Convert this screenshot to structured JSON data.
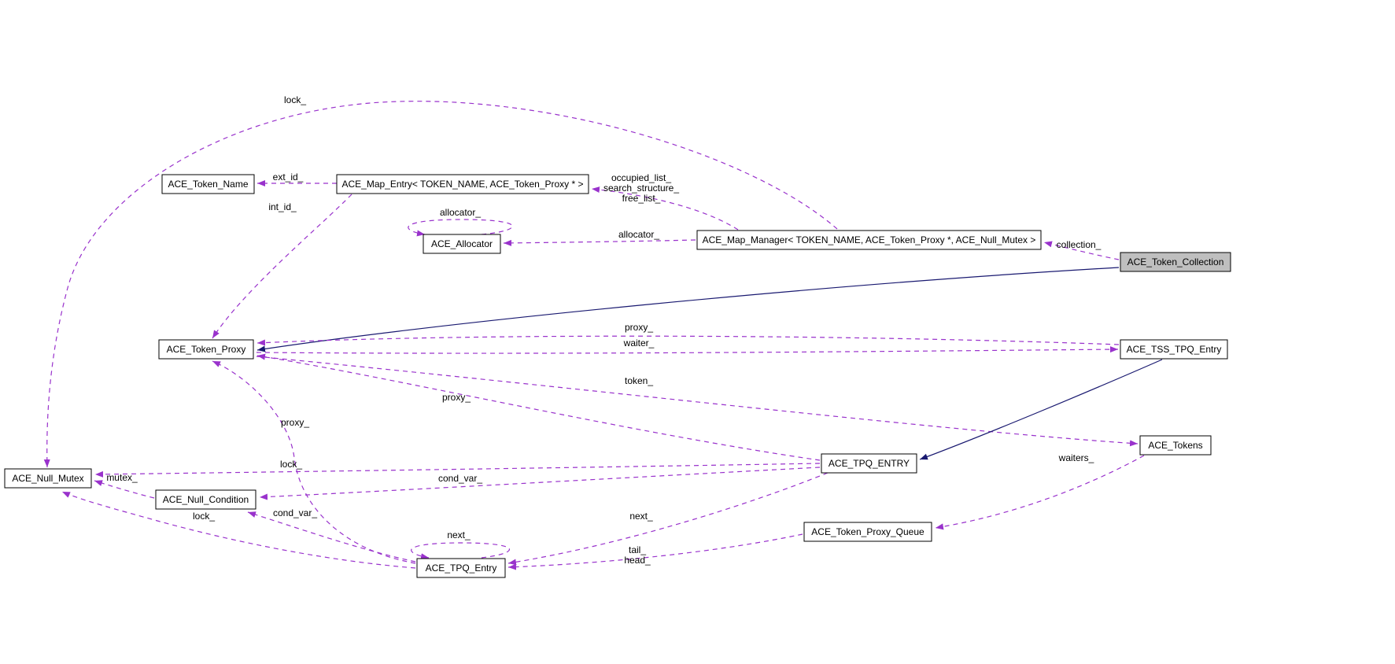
{
  "diagram": {
    "type": "collaboration-graph",
    "colors": {
      "member_edge": "#9932cc",
      "inheritance_edge": "#191970",
      "node_fill": "#ffffff",
      "node_border": "#000000",
      "focus_node_fill": "#bfbfbf",
      "diagram_bg": "#ffffff",
      "label_color": "#000000"
    },
    "nodes": {
      "token_name": {
        "label": "ACE_Token_Name",
        "focused": false
      },
      "map_entry": {
        "label": "ACE_Map_Entry< TOKEN_NAME, ACE_Token_Proxy * >",
        "focused": false
      },
      "allocator": {
        "label": "ACE_Allocator",
        "focused": false
      },
      "map_manager": {
        "label": "ACE_Map_Manager< TOKEN_NAME, ACE_Token_Proxy *, ACE_Null_Mutex >",
        "focused": false
      },
      "token_collection": {
        "label": "ACE_Token_Collection",
        "focused": true
      },
      "token_proxy": {
        "label": "ACE_Token_Proxy",
        "focused": false
      },
      "tss_tpq_entry": {
        "label": "ACE_TSS_TPQ_Entry",
        "focused": false
      },
      "tokens": {
        "label": "ACE_Tokens",
        "focused": false
      },
      "tpq_entry_upper": {
        "label": "ACE_TPQ_ENTRY",
        "focused": false
      },
      "null_mutex": {
        "label": "ACE_Null_Mutex",
        "focused": false
      },
      "null_condition": {
        "label": "ACE_Null_Condition",
        "focused": false
      },
      "token_proxy_queue": {
        "label": "ACE_Token_Proxy_Queue",
        "focused": false
      },
      "tpq_entry": {
        "label": "ACE_TPQ_Entry",
        "focused": false
      }
    },
    "edges": [
      {
        "from": "map_entry",
        "to": "token_name",
        "label": "ext_id_",
        "type": "member"
      },
      {
        "from": "map_entry",
        "to": "token_proxy",
        "label": "int_id_",
        "type": "member"
      },
      {
        "from": "allocator",
        "to": "allocator",
        "label": "allocator_",
        "type": "member"
      },
      {
        "from": "map_manager",
        "to": "allocator",
        "label": "allocator_",
        "type": "member"
      },
      {
        "from": "map_manager",
        "to": "map_entry",
        "labels": [
          "occupied_list_",
          "search_structure_",
          "free_list_"
        ],
        "type": "member"
      },
      {
        "from": "token_collection",
        "to": "map_manager",
        "label": "collection_",
        "type": "member"
      },
      {
        "from": "map_manager",
        "to": "null_mutex",
        "label": "lock_",
        "type": "member"
      },
      {
        "from": "token_collection",
        "to": "token_proxy",
        "label": "",
        "type": "inheritance"
      },
      {
        "from": "tss_tpq_entry",
        "to": "token_proxy",
        "label": "proxy_",
        "type": "member"
      },
      {
        "from": "token_proxy",
        "to": "tss_tpq_entry",
        "label": "waiter_",
        "type": "member"
      },
      {
        "from": "token_proxy",
        "to": "tokens",
        "label": "token_",
        "type": "member"
      },
      {
        "from": "tpq_entry_upper",
        "to": "token_proxy",
        "label": "proxy_",
        "type": "member"
      },
      {
        "from": "tpq_entry",
        "to": "token_proxy",
        "label": "proxy_",
        "type": "member"
      },
      {
        "from": "null_condition",
        "to": "null_mutex",
        "label": "mutex_",
        "type": "member"
      },
      {
        "from": "tpq_entry_upper",
        "to": "null_mutex",
        "label": "lock_",
        "type": "member"
      },
      {
        "from": "tpq_entry_upper",
        "to": "null_condition",
        "label": "cond_var_",
        "type": "member"
      },
      {
        "from": "tpq_entry",
        "to": "null_mutex",
        "label": "lock_",
        "type": "member"
      },
      {
        "from": "tpq_entry",
        "to": "null_condition",
        "label": "cond_var_",
        "type": "member"
      },
      {
        "from": "tpq_entry_upper",
        "to": "tpq_entry",
        "label": "next_",
        "type": "member"
      },
      {
        "from": "tpq_entry",
        "to": "tpq_entry",
        "label": "next_",
        "type": "member"
      },
      {
        "from": "token_proxy_queue",
        "to": "tpq_entry",
        "labels": [
          "tail_",
          "head_"
        ],
        "type": "member"
      },
      {
        "from": "tokens",
        "to": "token_proxy_queue",
        "label": "waiters_",
        "type": "member"
      },
      {
        "from": "tss_tpq_entry",
        "to": "tpq_entry_upper",
        "label": "",
        "type": "inheritance"
      }
    ]
  }
}
